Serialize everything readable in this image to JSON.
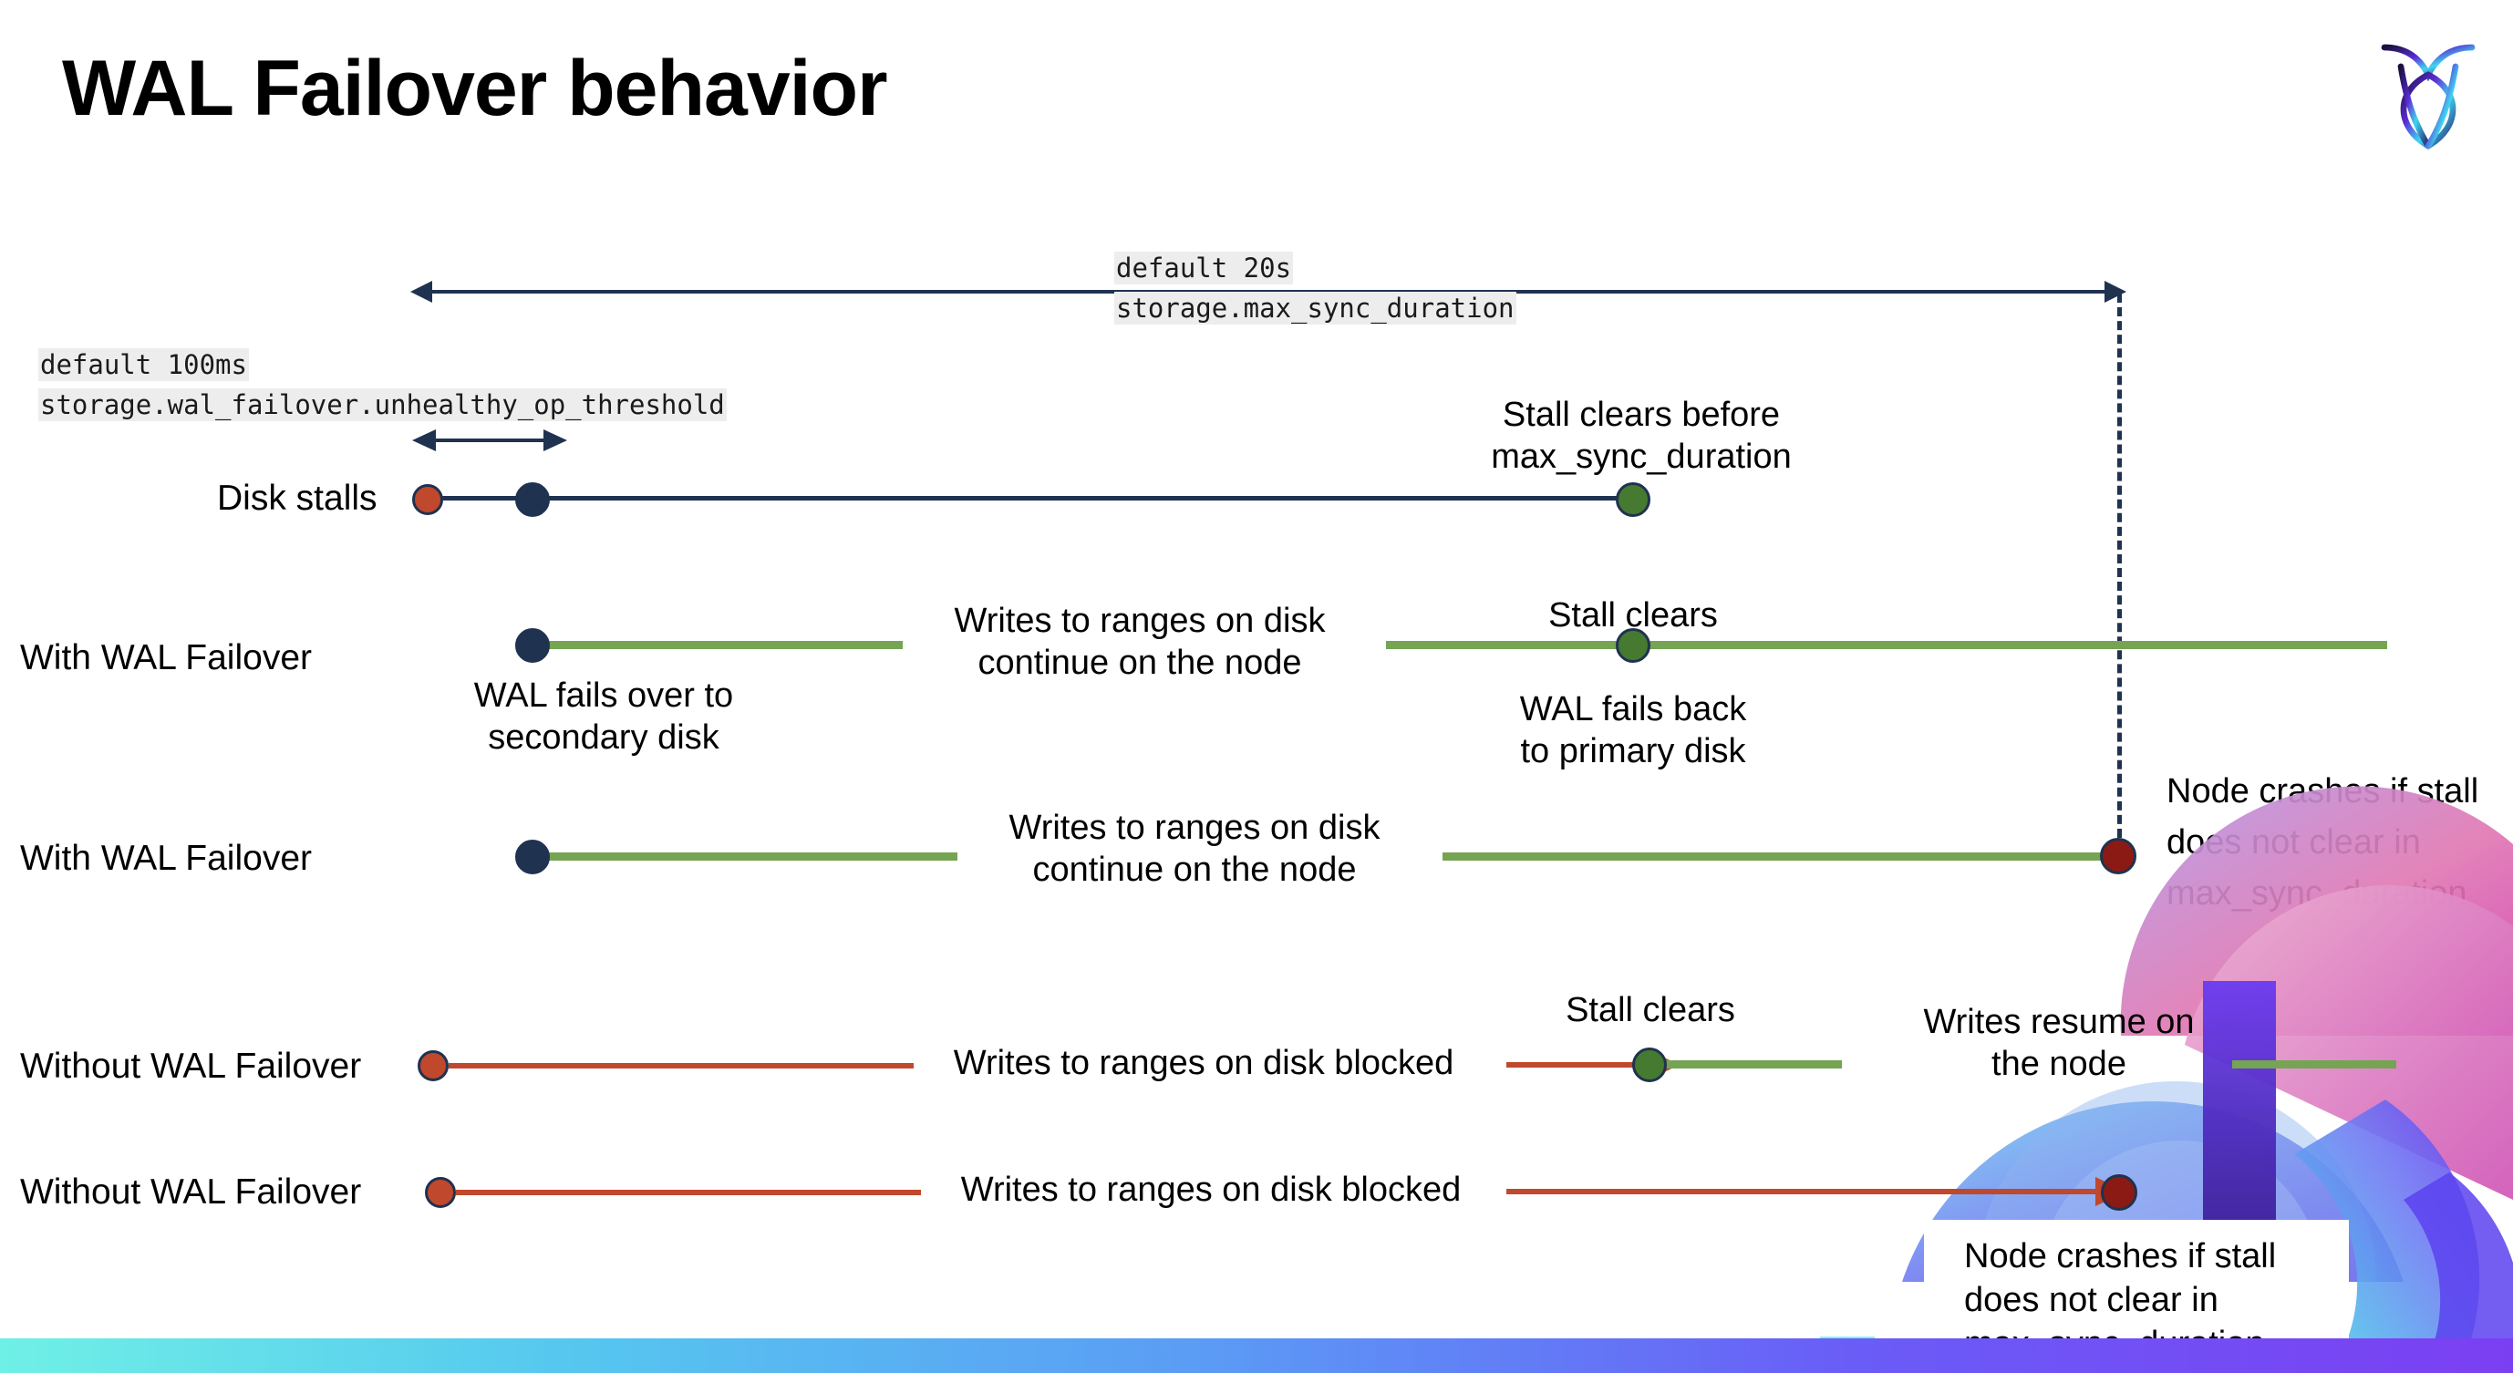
{
  "slide": {
    "title": "WAL Failover behavior",
    "logo_name": "cockroachdb-logo"
  },
  "settings": {
    "max_sync": {
      "default_label": "default 20s",
      "name": "storage.max_sync_duration"
    },
    "unhealthy": {
      "default_label": "default 100ms",
      "name": "storage.wal_failover.unhealthy_op_threshold"
    }
  },
  "rows": {
    "disk_stalls": {
      "label": "Disk stalls",
      "note_line1": "Stall clears before",
      "note_line2": "max_sync_duration"
    },
    "with_failover_1": {
      "label": "With WAL Failover",
      "note_start_line1": "WAL fails over to",
      "note_start_line2": "secondary disk",
      "note_mid_line1": "Writes to ranges on disk",
      "note_mid_line2": "continue on the node",
      "note_clear": "Stall clears",
      "note_back_line1": "WAL fails  back",
      "note_back_line2": "to primary disk"
    },
    "with_failover_2": {
      "label": "With WAL Failover",
      "note_mid_line1": "Writes to ranges on disk",
      "note_mid_line2": "continue on the node",
      "crash_line1": "Node crashes if stall",
      "crash_line2": "does not clear in",
      "crash_line3": "max_sync_duration"
    },
    "without_failover_1": {
      "label": "Without WAL Failover",
      "note_blocked": "Writes to ranges on disk  blocked",
      "note_clear": "Stall clears",
      "note_resume_line1": "Writes resume on",
      "note_resume_line2": "the node"
    },
    "without_failover_2": {
      "label": "Without WAL Failover",
      "note_blocked": "Writes to ranges on disk  blocked",
      "crash_line1": "Node crashes if stall",
      "crash_line2": "does not clear in",
      "crash_line3": "max_sync_duration"
    }
  },
  "colors": {
    "navy": "#1f3250",
    "green_line": "#75a453",
    "green_dot": "#467a30",
    "red": "#c0482c",
    "dark_red": "#8b1a14",
    "code_bg": "#ededed"
  },
  "icons": {
    "arrow_left": "arrow-left-icon",
    "arrow_right": "arrow-right-icon",
    "double_arrow": "double-arrow-icon"
  }
}
